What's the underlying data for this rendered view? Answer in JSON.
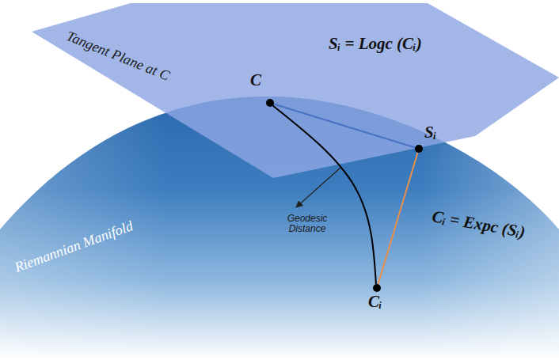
{
  "diagram": {
    "nodes": [
      {
        "text": [
          "C"
        ]
      },
      {
        "text": [
          "Sᵢ"
        ]
      },
      {
        "text": [
          "Cᵢ"
        ]
      }
    ],
    "edges": [
      {
        "from": 0,
        "to": 1,
        "arrow": "none",
        "label": "Sᵢ = Logc (Cᵢ)"
      },
      {
        "from": 1,
        "to": 2,
        "arrow": "none",
        "label": "Cᵢ = Expc (Sᵢ)"
      },
      {
        "from": 0,
        "to": 2,
        "arrow": "none"
      }
    ],
    "labels": [
      "Tangent Plane at C",
      "Geodesic Distance",
      "Riemannian Manifold"
    ]
  }
}
